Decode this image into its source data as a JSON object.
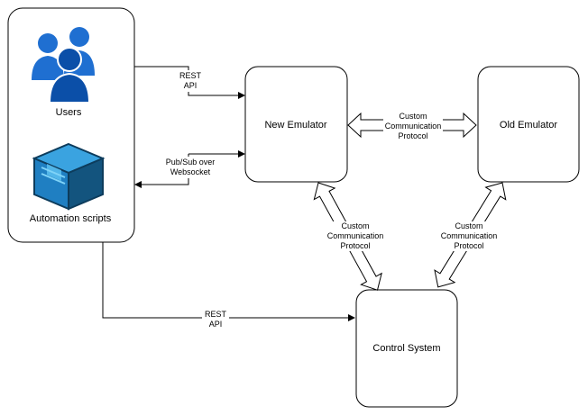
{
  "nodes": {
    "users": {
      "label": "Users"
    },
    "automation": {
      "label": "Automation scripts"
    },
    "new_emulator": {
      "label": "New Emulator"
    },
    "old_emulator": {
      "label": "Old Emulator"
    },
    "control_system": {
      "label": "Control System"
    }
  },
  "edges": {
    "rest_top": {
      "line1": "REST",
      "line2": "API"
    },
    "pubsub": {
      "line1": "Pub/Sub over",
      "line2": "Websocket"
    },
    "rest_bottom": {
      "line1": "REST",
      "line2": "API"
    },
    "new_old": {
      "line1": "Custom",
      "line2": "Communication",
      "line3": "Protocol"
    },
    "new_control": {
      "line1": "Custom",
      "line2": "Communication",
      "line3": "Protocol"
    },
    "old_control": {
      "line1": "Custom",
      "line2": "Communication",
      "line3": "Protocol"
    }
  },
  "colors": {
    "box_stroke": "#000000",
    "users_icon": "#1f6fd1",
    "users_icon_dark": "#0b4fa8",
    "cube_light": "#3aa3e0",
    "cube_mid": "#1f7fc2",
    "cube_dark": "#13547e"
  },
  "icons": {
    "users": "users-group-icon",
    "automation": "package-cube-icon"
  }
}
